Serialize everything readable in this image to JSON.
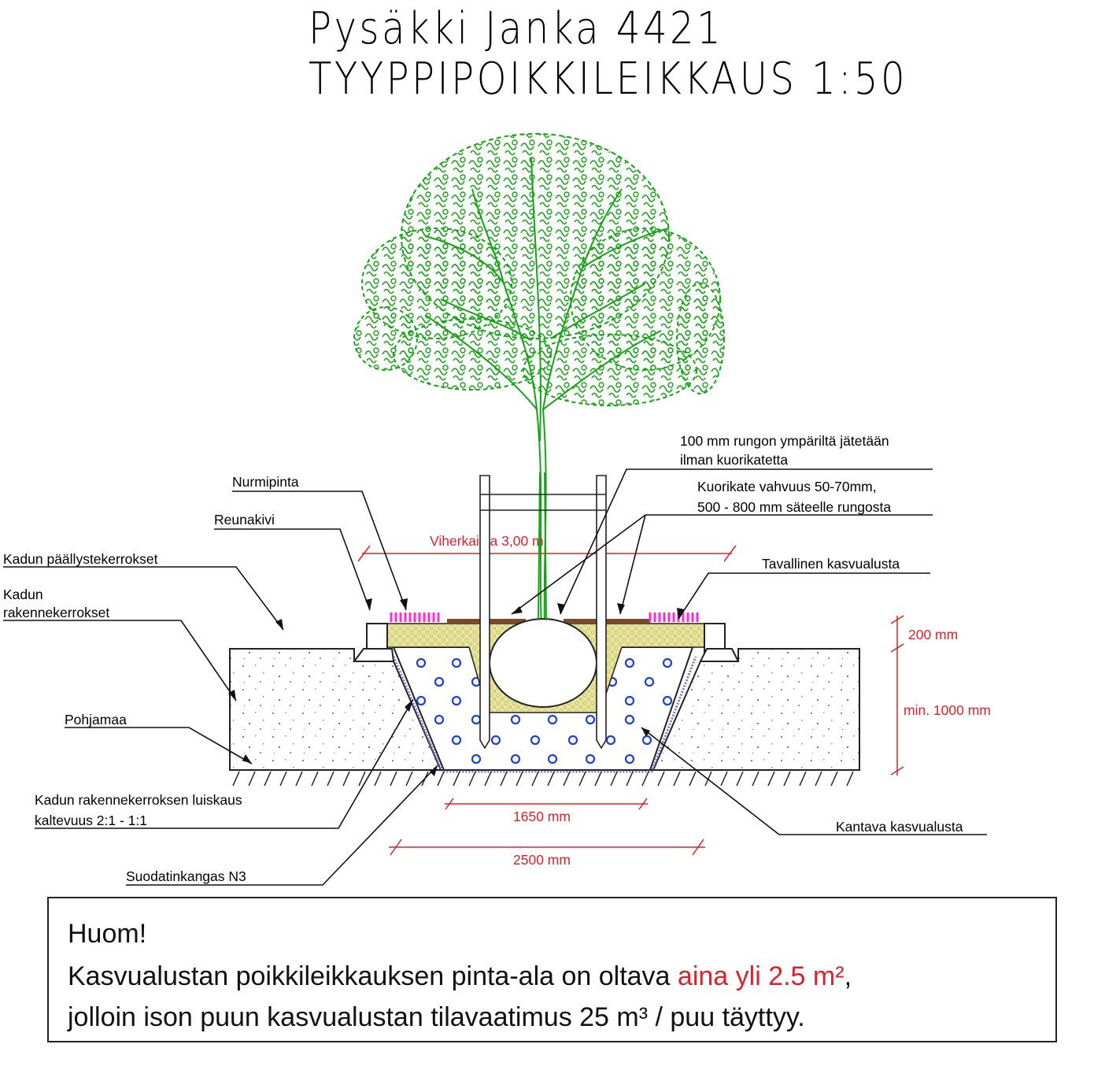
{
  "title": {
    "line1": "Pysäkki Janka 4421",
    "line2": "TYYPPIPOIKKILEIKKAUS 1:50"
  },
  "labels": {
    "rungon_1": "100 mm rungon ympäriltä jätetään",
    "rungon_2": "ilman kuorikatetta",
    "kuorikate_1": "Kuorikate vahvuus 50-70mm,",
    "kuorikate_2": "500 - 800 mm säteelle rungosta",
    "nurmipinta": "Nurmipinta",
    "reunakivi": "Reunakivi",
    "paallyste": "Kadun päällystekerrokset",
    "rakenne_1": "Kadun",
    "rakenne_2": "rakennekerrokset",
    "tavallinen": "Tavallinen kasvualusta",
    "pohjamaa": "Pohjamaa",
    "luiskaus_1": "Kadun rakennekerroksen luiskaus",
    "luiskaus_2": "kaltevuus  2:1 - 1:1",
    "kantava": "Kantava kasvualusta",
    "suodatin": "Suodatinkangas N3"
  },
  "dimensions": {
    "viherkaista": "Viherkaista 3,00 m",
    "d200": "200 mm",
    "dmin": "min.    1000 mm",
    "d1650": "1650 mm",
    "d2500": "2500 mm"
  },
  "note": {
    "heading": "Huom!",
    "line2_a": "Kasvualustan poikkileikkauksen pinta-ala on oltava ",
    "line2_red": "aina yli 2.5 m²",
    "line2_b": ",",
    "line3": "jolloin ison puun kasvualustan tilavaatimus 25 m³ / puu täyttyy."
  },
  "colors": {
    "tree": "#17a317",
    "dimension": "#e0202a",
    "grass_tufts": "#ff2ad4",
    "growth_media": "#e8e6a0",
    "bark_mulch": "#7a4a2a",
    "aeration": "#1f3fd9",
    "filter_fabric": "#7b6fd0"
  }
}
